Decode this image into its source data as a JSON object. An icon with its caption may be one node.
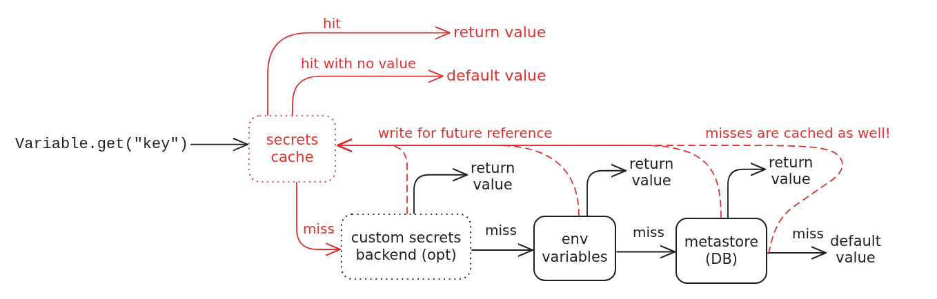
{
  "diagram": {
    "nodes": [
      {
        "text": [
          "Variable.get(\"key\")"
        ]
      },
      {
        "text": [
          "secrets cache"
        ]
      },
      {
        "text": [
          "return value"
        ]
      },
      {
        "text": [
          "default value"
        ]
      },
      {
        "text": [
          "custom secrets backend (opt)"
        ]
      },
      {
        "text": [
          "return value"
        ]
      },
      {
        "text": [
          "env variables"
        ]
      },
      {
        "text": [
          "return value"
        ]
      },
      {
        "text": [
          "metastore (DB)"
        ]
      },
      {
        "text": [
          "return value"
        ]
      },
      {
        "text": [
          "default value"
        ]
      }
    ],
    "edges": [
      {
        "from": 0,
        "to": 1,
        "arrow": "to"
      },
      {
        "from": 1,
        "to": 2,
        "arrow": "to",
        "label": "hit",
        "color": "#e03131"
      },
      {
        "from": 1,
        "to": 3,
        "arrow": "to",
        "label": "hit with no value",
        "color": "#e03131"
      },
      {
        "from": 1,
        "to": 4,
        "arrow": "to",
        "label": "miss",
        "color": "#e03131"
      },
      {
        "from": 4,
        "to": 5,
        "arrow": "to"
      },
      {
        "from": 4,
        "to": 6,
        "arrow": "to",
        "label": "miss"
      },
      {
        "from": 6,
        "to": 7,
        "arrow": "to"
      },
      {
        "from": 6,
        "to": 8,
        "arrow": "to",
        "label": "miss"
      },
      {
        "from": 8,
        "to": 9,
        "arrow": "to"
      },
      {
        "from": 8,
        "to": 10,
        "arrow": "to",
        "label": "miss"
      },
      {
        "from": 4,
        "to": 1,
        "arrow": "to",
        "label": "write for future reference",
        "style": "dashed",
        "color": "#e03131"
      },
      {
        "from": 6,
        "to": 1,
        "arrow": "to",
        "style": "dashed",
        "color": "#e03131"
      },
      {
        "from": 8,
        "to": 1,
        "arrow": "to",
        "style": "dashed",
        "color": "#e03131"
      },
      {
        "from": 8,
        "to": 1,
        "arrow": "to",
        "label": "misses are cached as well!",
        "style": "dashed",
        "color": "#e03131"
      }
    ]
  }
}
